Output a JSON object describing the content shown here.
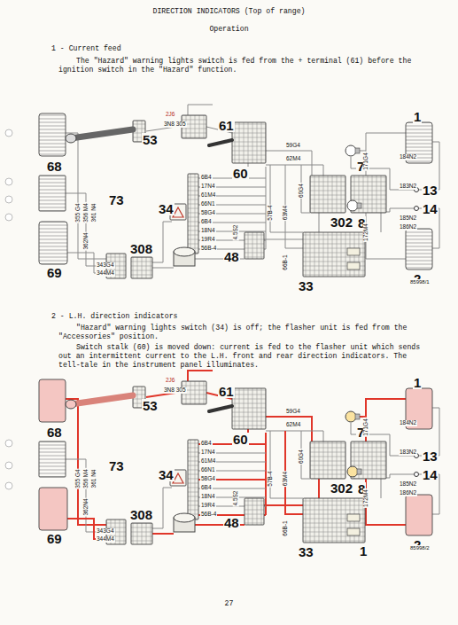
{
  "diagram": {
    "title": "DIRECTION INDICATORS (Top of range)",
    "labels": [
      "Operation",
      "1 - Current feed",
      "The \"Hazard\" warning lights switch is fed from the + terminal (61) before the ignition switch in the \"Hazard\" function.",
      "2J6",
      "3N8 305",
      "61",
      "53",
      "59G4",
      "62M4",
      "60",
      "1",
      "184N2",
      "7",
      "183N2",
      "13",
      "185N2",
      "14",
      "8",
      "186N2",
      "2",
      "68",
      "355 G4",
      "356 M4",
      "361 N4",
      "73",
      "362N4",
      "69",
      "343G4",
      "344M4",
      "308",
      "34",
      "6B4",
      "17N4",
      "61M4",
      "66N1",
      "58G4",
      "6B4",
      "18N4",
      "19R4",
      "56B-4",
      "48",
      "4.5S2",
      "57B-4",
      "63M4",
      "60G4",
      "66B-1",
      "171G4",
      "172M4",
      "302",
      "33",
      "85998/1",
      "2 - L.H. direction indicators",
      "\"Hazard\" warning lights switch (34) is off; the flasher unit is fed from the \"Accessories\" position.",
      "Switch stalk (60) is moved down: current is fed to the flasher unit which sends out an intermittent current to the L.H. front and rear direction indicators. The tell-tale in the instrument panel illuminates.",
      "2J6",
      "3N8 305",
      "61",
      "53",
      "59G4",
      "62M4",
      "60",
      "1",
      "184N2",
      "7",
      "183N2",
      "13",
      "185N2",
      "14",
      "8",
      "186N2",
      "2",
      "68",
      "355 G4",
      "356 M4",
      "361 N4",
      "73",
      "362N4",
      "69",
      "343G4",
      "344M4",
      "308",
      "34",
      "6B4",
      "17N4",
      "61M4",
      "66N1",
      "58G4",
      "6B4",
      "18N4",
      "19R4",
      "56B-4",
      "48",
      "4.5S2",
      "57B-4",
      "63M4",
      "60G4",
      "66B-1",
      "171G4",
      "172M4",
      "302",
      "33",
      "1",
      "85998/2",
      "27"
    ]
  }
}
